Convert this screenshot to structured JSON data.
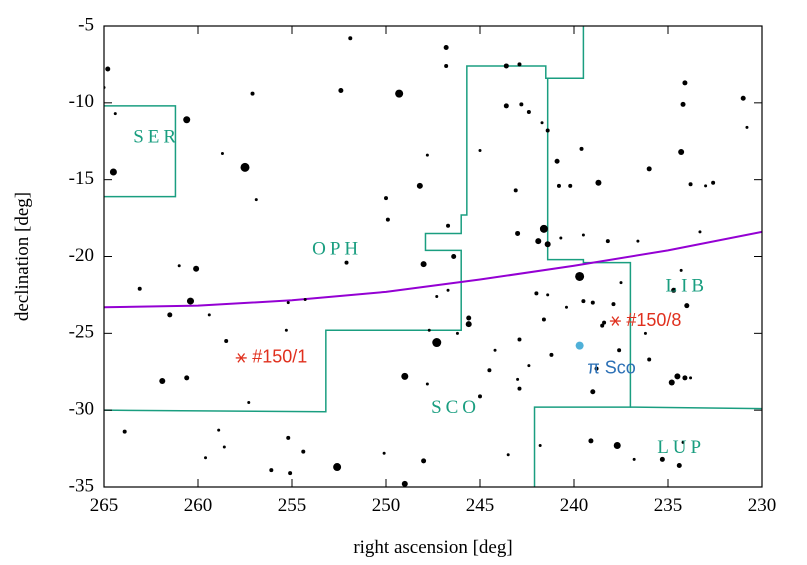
{
  "chart_data": {
    "type": "scatter",
    "title": "",
    "xlabel": "right ascension [deg]",
    "ylabel": "declination [deg]",
    "xlim": [
      265,
      230
    ],
    "ylim": [
      -35,
      -5
    ],
    "xticks": [
      265,
      260,
      255,
      250,
      245,
      240,
      235,
      230
    ],
    "yticks": [
      -5,
      -10,
      -15,
      -20,
      -25,
      -30,
      -35
    ],
    "xtick_labels": [
      "265",
      "260",
      "255",
      "250",
      "245",
      "240",
      "235",
      "230"
    ],
    "ytick_labels": [
      "-5",
      "-10",
      "-15",
      "-20",
      "-25",
      "-30",
      "-35"
    ],
    "grid": false,
    "colors": {
      "boundary": "#1a9e80",
      "ecliptic": "#9400d3",
      "marker": "#e0301e",
      "star": "#000000",
      "target": "#4fb0d8",
      "target_label": "#2a6fb5"
    },
    "constellations": [
      {
        "name": "SER",
        "x": 262.2,
        "y": -12.3
      },
      {
        "name": "OPH",
        "x": 252.6,
        "y": -19.6
      },
      {
        "name": "LIB",
        "x": 234.0,
        "y": -22.0
      },
      {
        "name": "SCO",
        "x": 246.3,
        "y": -29.9
      },
      {
        "name": "LUP",
        "x": 234.3,
        "y": -32.5
      }
    ],
    "markers": [
      {
        "label": "#150/1",
        "x": 257.7,
        "y": -26.6
      },
      {
        "label": "#150/8",
        "x": 237.8,
        "y": -24.2
      }
    ],
    "target": {
      "label": "π Sco",
      "x": 239.7,
      "y": -25.8,
      "label_x": 238.0,
      "label_y": -27.3
    },
    "ecliptic": [
      [
        265,
        -23.3
      ],
      [
        260,
        -23.2
      ],
      [
        255,
        -22.85
      ],
      [
        250,
        -22.3
      ],
      [
        245,
        -21.5
      ],
      [
        240,
        -20.6
      ],
      [
        235,
        -19.6
      ],
      [
        230,
        -18.4
      ]
    ],
    "boundaries": [
      [
        [
          265,
          -10.2
        ],
        [
          261.2,
          -10.2
        ],
        [
          261.2,
          -16.1
        ],
        [
          265,
          -16.1
        ]
      ],
      [
        [
          265,
          -30.0
        ],
        [
          253.2,
          -30.1
        ],
        [
          253.2,
          -24.8
        ],
        [
          246.0,
          -24.8
        ],
        [
          246.0,
          -19.6
        ],
        [
          247.9,
          -19.6
        ],
        [
          247.9,
          -18.5
        ],
        [
          246.0,
          -18.5
        ],
        [
          246.0,
          -17.3
        ],
        [
          245.7,
          -17.3
        ],
        [
          245.7,
          -7.6
        ],
        [
          241.5,
          -7.6
        ],
        [
          241.5,
          -8.4
        ],
        [
          239.5,
          -8.4
        ],
        [
          239.5,
          -4.8
        ]
      ],
      [
        [
          241.4,
          -8.4
        ],
        [
          241.4,
          -20.2
        ],
        [
          239.5,
          -20.2
        ],
        [
          239.5,
          -20.4
        ],
        [
          237.0,
          -20.4
        ],
        [
          237.0,
          -29.8
        ],
        [
          242.1,
          -29.8
        ],
        [
          242.1,
          -35
        ]
      ],
      [
        [
          237.0,
          -29.8
        ],
        [
          230,
          -29.9
        ]
      ]
    ],
    "stars": [
      [
        264.8,
        -7.8,
        2.5
      ],
      [
        265.0,
        -9.0,
        1.5
      ],
      [
        264.4,
        -10.7,
        1.5
      ],
      [
        264.5,
        -14.5,
        3.5
      ],
      [
        260.6,
        -11.1,
        3.5
      ],
      [
        258.7,
        -13.3,
        1.5
      ],
      [
        257.5,
        -14.2,
        4.5
      ],
      [
        257.1,
        -9.4,
        2.0
      ],
      [
        256.9,
        -16.3,
        1.5
      ],
      [
        251.9,
        -5.8,
        2.0
      ],
      [
        252.4,
        -9.2,
        2.5
      ],
      [
        249.3,
        -9.4,
        4.0
      ],
      [
        246.8,
        -6.4,
        2.5
      ],
      [
        246.8,
        -7.6,
        2.0
      ],
      [
        247.8,
        -13.4,
        1.5
      ],
      [
        248.2,
        -15.4,
        3.0
      ],
      [
        250.0,
        -16.2,
        2.0
      ],
      [
        249.9,
        -17.6,
        2.0
      ],
      [
        246.7,
        -18.0,
        2.0
      ],
      [
        243.6,
        -7.6,
        2.5
      ],
      [
        242.9,
        -7.5,
        2.0
      ],
      [
        242.8,
        -10.1,
        2.0
      ],
      [
        243.6,
        -10.2,
        2.5
      ],
      [
        242.4,
        -10.6,
        2.0
      ],
      [
        241.7,
        -11.3,
        1.5
      ],
      [
        245.0,
        -13.1,
        1.5
      ],
      [
        243.1,
        -15.7,
        2.0
      ],
      [
        241.4,
        -11.8,
        2.0
      ],
      [
        240.9,
        -13.8,
        2.5
      ],
      [
        240.8,
        -15.4,
        2.0
      ],
      [
        240.2,
        -15.4,
        2.0
      ],
      [
        238.7,
        -15.2,
        3.0
      ],
      [
        239.6,
        -13.0,
        2.0
      ],
      [
        236.0,
        -14.3,
        2.5
      ],
      [
        234.3,
        -13.2,
        3.0
      ],
      [
        234.1,
        -8.7,
        2.5
      ],
      [
        234.2,
        -10.1,
        2.5
      ],
      [
        231.0,
        -9.7,
        2.5
      ],
      [
        230.8,
        -11.6,
        1.5
      ],
      [
        232.6,
        -15.2,
        2.0
      ],
      [
        233.0,
        -15.4,
        1.5
      ],
      [
        233.8,
        -15.3,
        2.0
      ],
      [
        243.0,
        -18.5,
        2.5
      ],
      [
        241.9,
        -19.0,
        3.0
      ],
      [
        241.6,
        -18.2,
        4.0
      ],
      [
        241.4,
        -19.2,
        3.0
      ],
      [
        240.7,
        -18.8,
        1.5
      ],
      [
        239.5,
        -18.6,
        1.5
      ],
      [
        238.2,
        -19.0,
        2.0
      ],
      [
        236.6,
        -19.0,
        1.5
      ],
      [
        233.3,
        -18.4,
        1.5
      ],
      [
        234.3,
        -20.9,
        1.5
      ],
      [
        234.7,
        -22.2,
        2.5
      ],
      [
        234.0,
        -23.2,
        2.5
      ],
      [
        237.5,
        -21.7,
        1.5
      ],
      [
        237.9,
        -23.1,
        2.0
      ],
      [
        238.4,
        -24.3,
        2.0
      ],
      [
        238.5,
        -24.5,
        2.0
      ],
      [
        239.0,
        -23.0,
        2.0
      ],
      [
        239.7,
        -21.3,
        4.5
      ],
      [
        239.5,
        -22.9,
        2.0
      ],
      [
        240.4,
        -23.3,
        1.5
      ],
      [
        241.4,
        -22.5,
        1.5
      ],
      [
        242.0,
        -22.4,
        2.0
      ],
      [
        241.6,
        -24.1,
        2.0
      ],
      [
        242.9,
        -25.4,
        2.0
      ],
      [
        241.2,
        -26.4,
        2.0
      ],
      [
        242.4,
        -27.1,
        1.5
      ],
      [
        243.0,
        -28.0,
        1.5
      ],
      [
        242.9,
        -28.6,
        2.0
      ],
      [
        244.5,
        -27.4,
        2.0
      ],
      [
        245.0,
        -29.1,
        2.0
      ],
      [
        245.6,
        -24.0,
        2.5
      ],
      [
        245.6,
        -24.4,
        3.0
      ],
      [
        246.2,
        -25.0,
        1.5
      ],
      [
        247.3,
        -25.6,
        4.5
      ],
      [
        247.7,
        -24.8,
        1.5
      ],
      [
        247.3,
        -22.6,
        1.5
      ],
      [
        246.7,
        -22.2,
        1.5
      ],
      [
        246.4,
        -20.0,
        2.5
      ],
      [
        248.0,
        -20.5,
        3.0
      ],
      [
        247.8,
        -28.3,
        1.5
      ],
      [
        249.0,
        -27.8,
        3.5
      ],
      [
        244.2,
        -26.1,
        1.5
      ],
      [
        239.0,
        -28.8,
        2.5
      ],
      [
        238.8,
        -27.3,
        2.0
      ],
      [
        236.0,
        -26.7,
        2.0
      ],
      [
        234.5,
        -27.8,
        3.0
      ],
      [
        234.1,
        -27.9,
        2.5
      ],
      [
        234.8,
        -28.2,
        3.0
      ],
      [
        233.8,
        -27.9,
        1.5
      ],
      [
        237.6,
        -26.1,
        2.0
      ],
      [
        236.2,
        -25.0,
        1.5
      ],
      [
        239.1,
        -32.0,
        2.5
      ],
      [
        237.7,
        -32.3,
        3.5
      ],
      [
        236.8,
        -33.2,
        1.5
      ],
      [
        235.3,
        -33.2,
        2.5
      ],
      [
        234.4,
        -33.6,
        2.5
      ],
      [
        234.2,
        -32.1,
        1.5
      ],
      [
        241.8,
        -32.3,
        1.5
      ],
      [
        243.5,
        -32.9,
        1.5
      ],
      [
        248.0,
        -33.3,
        2.5
      ],
      [
        249.0,
        -34.8,
        3.0
      ],
      [
        250.1,
        -32.8,
        1.5
      ],
      [
        252.6,
        -33.7,
        4.0
      ],
      [
        254.4,
        -32.7,
        2.0
      ],
      [
        255.2,
        -31.8,
        2.0
      ],
      [
        255.1,
        -34.1,
        2.0
      ],
      [
        256.1,
        -33.9,
        2.0
      ],
      [
        258.6,
        -32.4,
        1.5
      ],
      [
        258.9,
        -31.3,
        1.5
      ],
      [
        259.6,
        -33.1,
        1.5
      ],
      [
        263.9,
        -31.4,
        2.0
      ],
      [
        257.3,
        -29.5,
        1.5
      ],
      [
        260.6,
        -27.9,
        2.5
      ],
      [
        261.9,
        -28.1,
        3.0
      ],
      [
        259.4,
        -23.8,
        1.5
      ],
      [
        258.5,
        -25.5,
        2.0
      ],
      [
        260.1,
        -20.8,
        3.0
      ],
      [
        260.4,
        -22.9,
        3.5
      ],
      [
        261.0,
        -20.6,
        1.5
      ],
      [
        263.1,
        -22.1,
        2.0
      ],
      [
        261.5,
        -23.8,
        2.5
      ],
      [
        255.2,
        -23.0,
        1.5
      ],
      [
        254.3,
        -22.8,
        1.5
      ],
      [
        255.3,
        -24.8,
        1.5
      ],
      [
        252.1,
        -20.4,
        2.0
      ]
    ]
  }
}
